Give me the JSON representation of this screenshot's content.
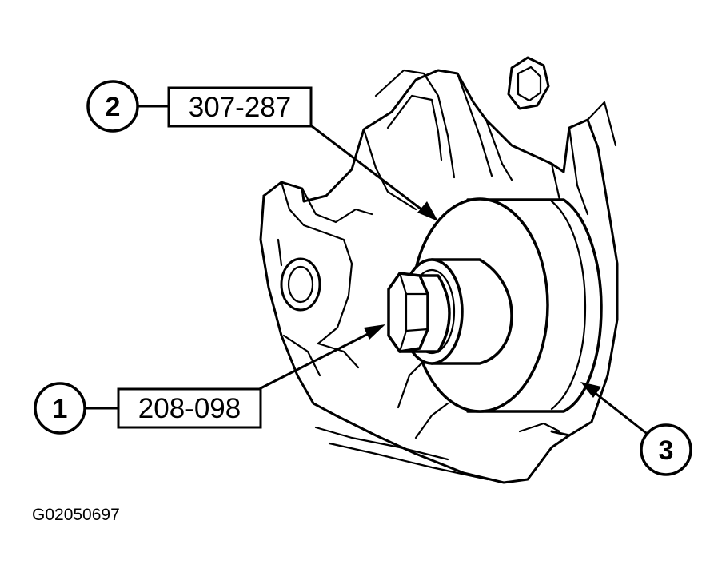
{
  "callouts": [
    {
      "number": "1",
      "tool": "208-098"
    },
    {
      "number": "2",
      "tool": "307-287"
    },
    {
      "number": "3"
    }
  ],
  "figure_id": "G02050697"
}
